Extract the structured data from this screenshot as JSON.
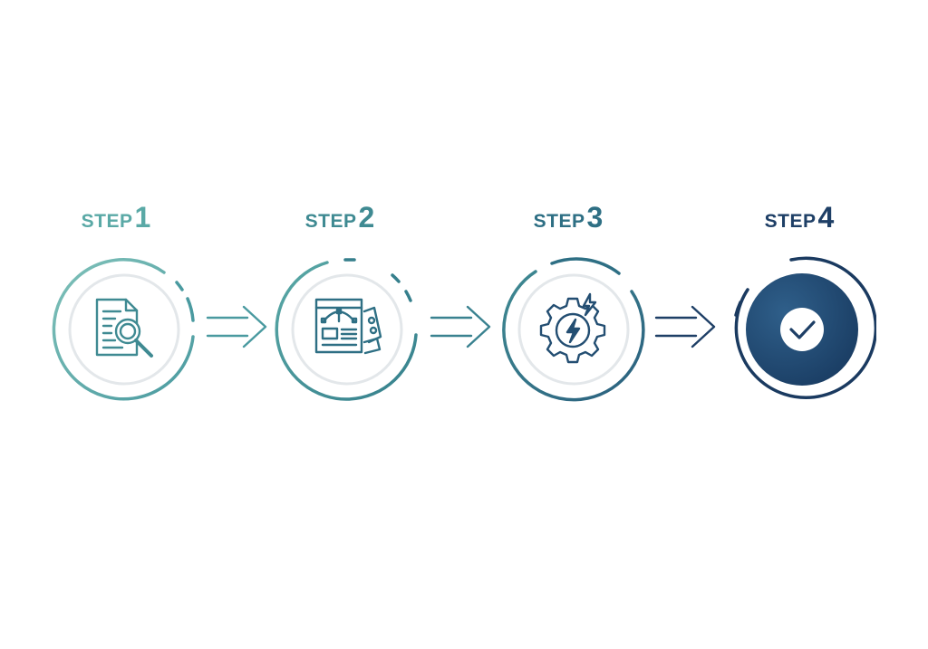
{
  "steps": [
    {
      "word": "STEP",
      "number": "1",
      "icon": "document-search-icon",
      "color": "#5aa9a6"
    },
    {
      "word": "STEP",
      "number": "2",
      "icon": "design-blueprint-icon",
      "color": "#3f8a92"
    },
    {
      "word": "STEP",
      "number": "3",
      "icon": "gear-lightning-icon",
      "color": "#2e6f84"
    },
    {
      "word": "STEP",
      "number": "4",
      "icon": "checkmark-icon",
      "color": "#1e3f66"
    }
  ],
  "colors": {
    "teal": "#5aa9a6",
    "teal_mid": "#3f8a92",
    "blue_mid": "#2e6f84",
    "navy": "#1e3f66",
    "inner_ring": "#e6e9ec"
  }
}
